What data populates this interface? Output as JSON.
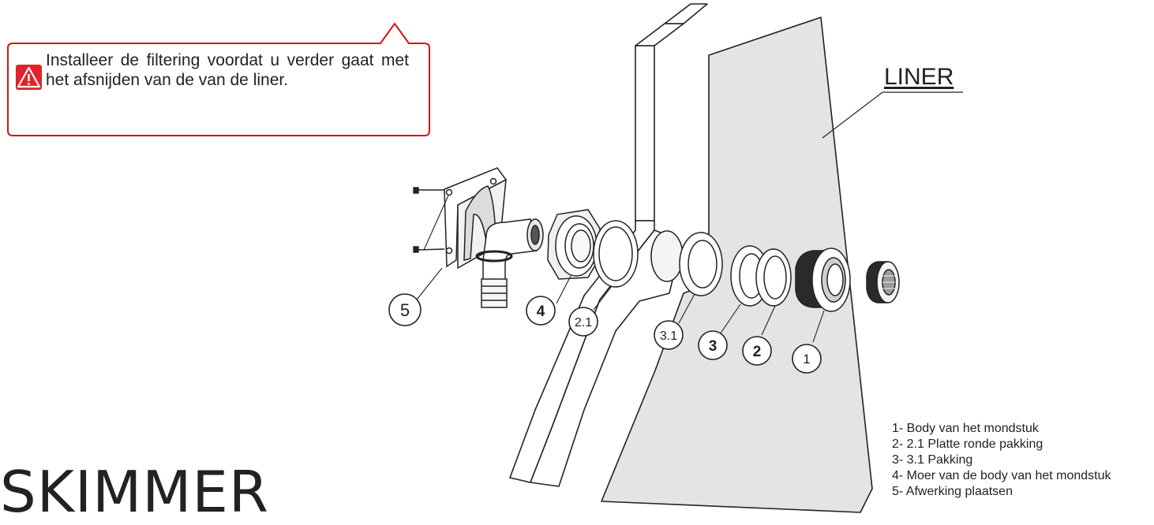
{
  "warning": {
    "icon": "warning-triangle-icon",
    "text": "Installeer de filtering voordat u verder gaat met het afsnijden van de van de liner.",
    "border_color": "#d7141a",
    "icon_color": "#e3222b"
  },
  "diagram": {
    "liner_label": "LINER",
    "callouts": [
      "5",
      "4",
      "2.1",
      "3.1",
      "3",
      "2",
      "1"
    ]
  },
  "legend": {
    "items": [
      "1- Body van het mondstuk",
      "2- 2.1 Platte ronde pakking",
      "3- 3.1 Pakking",
      "4- Moer van de body van het mondstuk",
      "5- Afwerking plaatsen"
    ]
  },
  "title": "SKIMMER"
}
